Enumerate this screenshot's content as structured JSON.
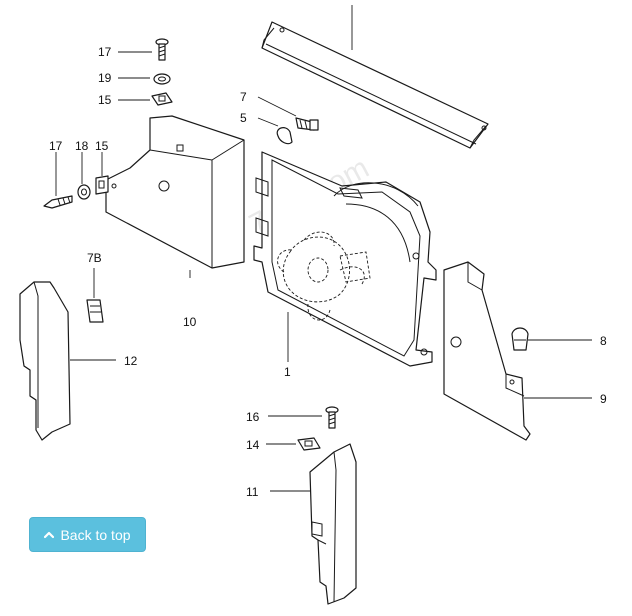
{
  "watermark": "7zap.com",
  "back_to_top": {
    "label": "Back to top",
    "icon": "chevron-up-icon",
    "color": "#5bc0de"
  },
  "callouts": [
    {
      "id": "c17a",
      "text": "17"
    },
    {
      "id": "c19",
      "text": "19"
    },
    {
      "id": "c15a",
      "text": "15"
    },
    {
      "id": "c17b",
      "text": "17"
    },
    {
      "id": "c18",
      "text": "18"
    },
    {
      "id": "c15b",
      "text": "15"
    },
    {
      "id": "c7b",
      "text": "7B"
    },
    {
      "id": "c10",
      "text": "10"
    },
    {
      "id": "c12",
      "text": "12"
    },
    {
      "id": "c7",
      "text": "7"
    },
    {
      "id": "c5",
      "text": "5"
    },
    {
      "id": "c1",
      "text": "1"
    },
    {
      "id": "c8",
      "text": "8"
    },
    {
      "id": "c9",
      "text": "9"
    },
    {
      "id": "c16",
      "text": "16"
    },
    {
      "id": "c14",
      "text": "14"
    },
    {
      "id": "c11",
      "text": "11"
    }
  ]
}
